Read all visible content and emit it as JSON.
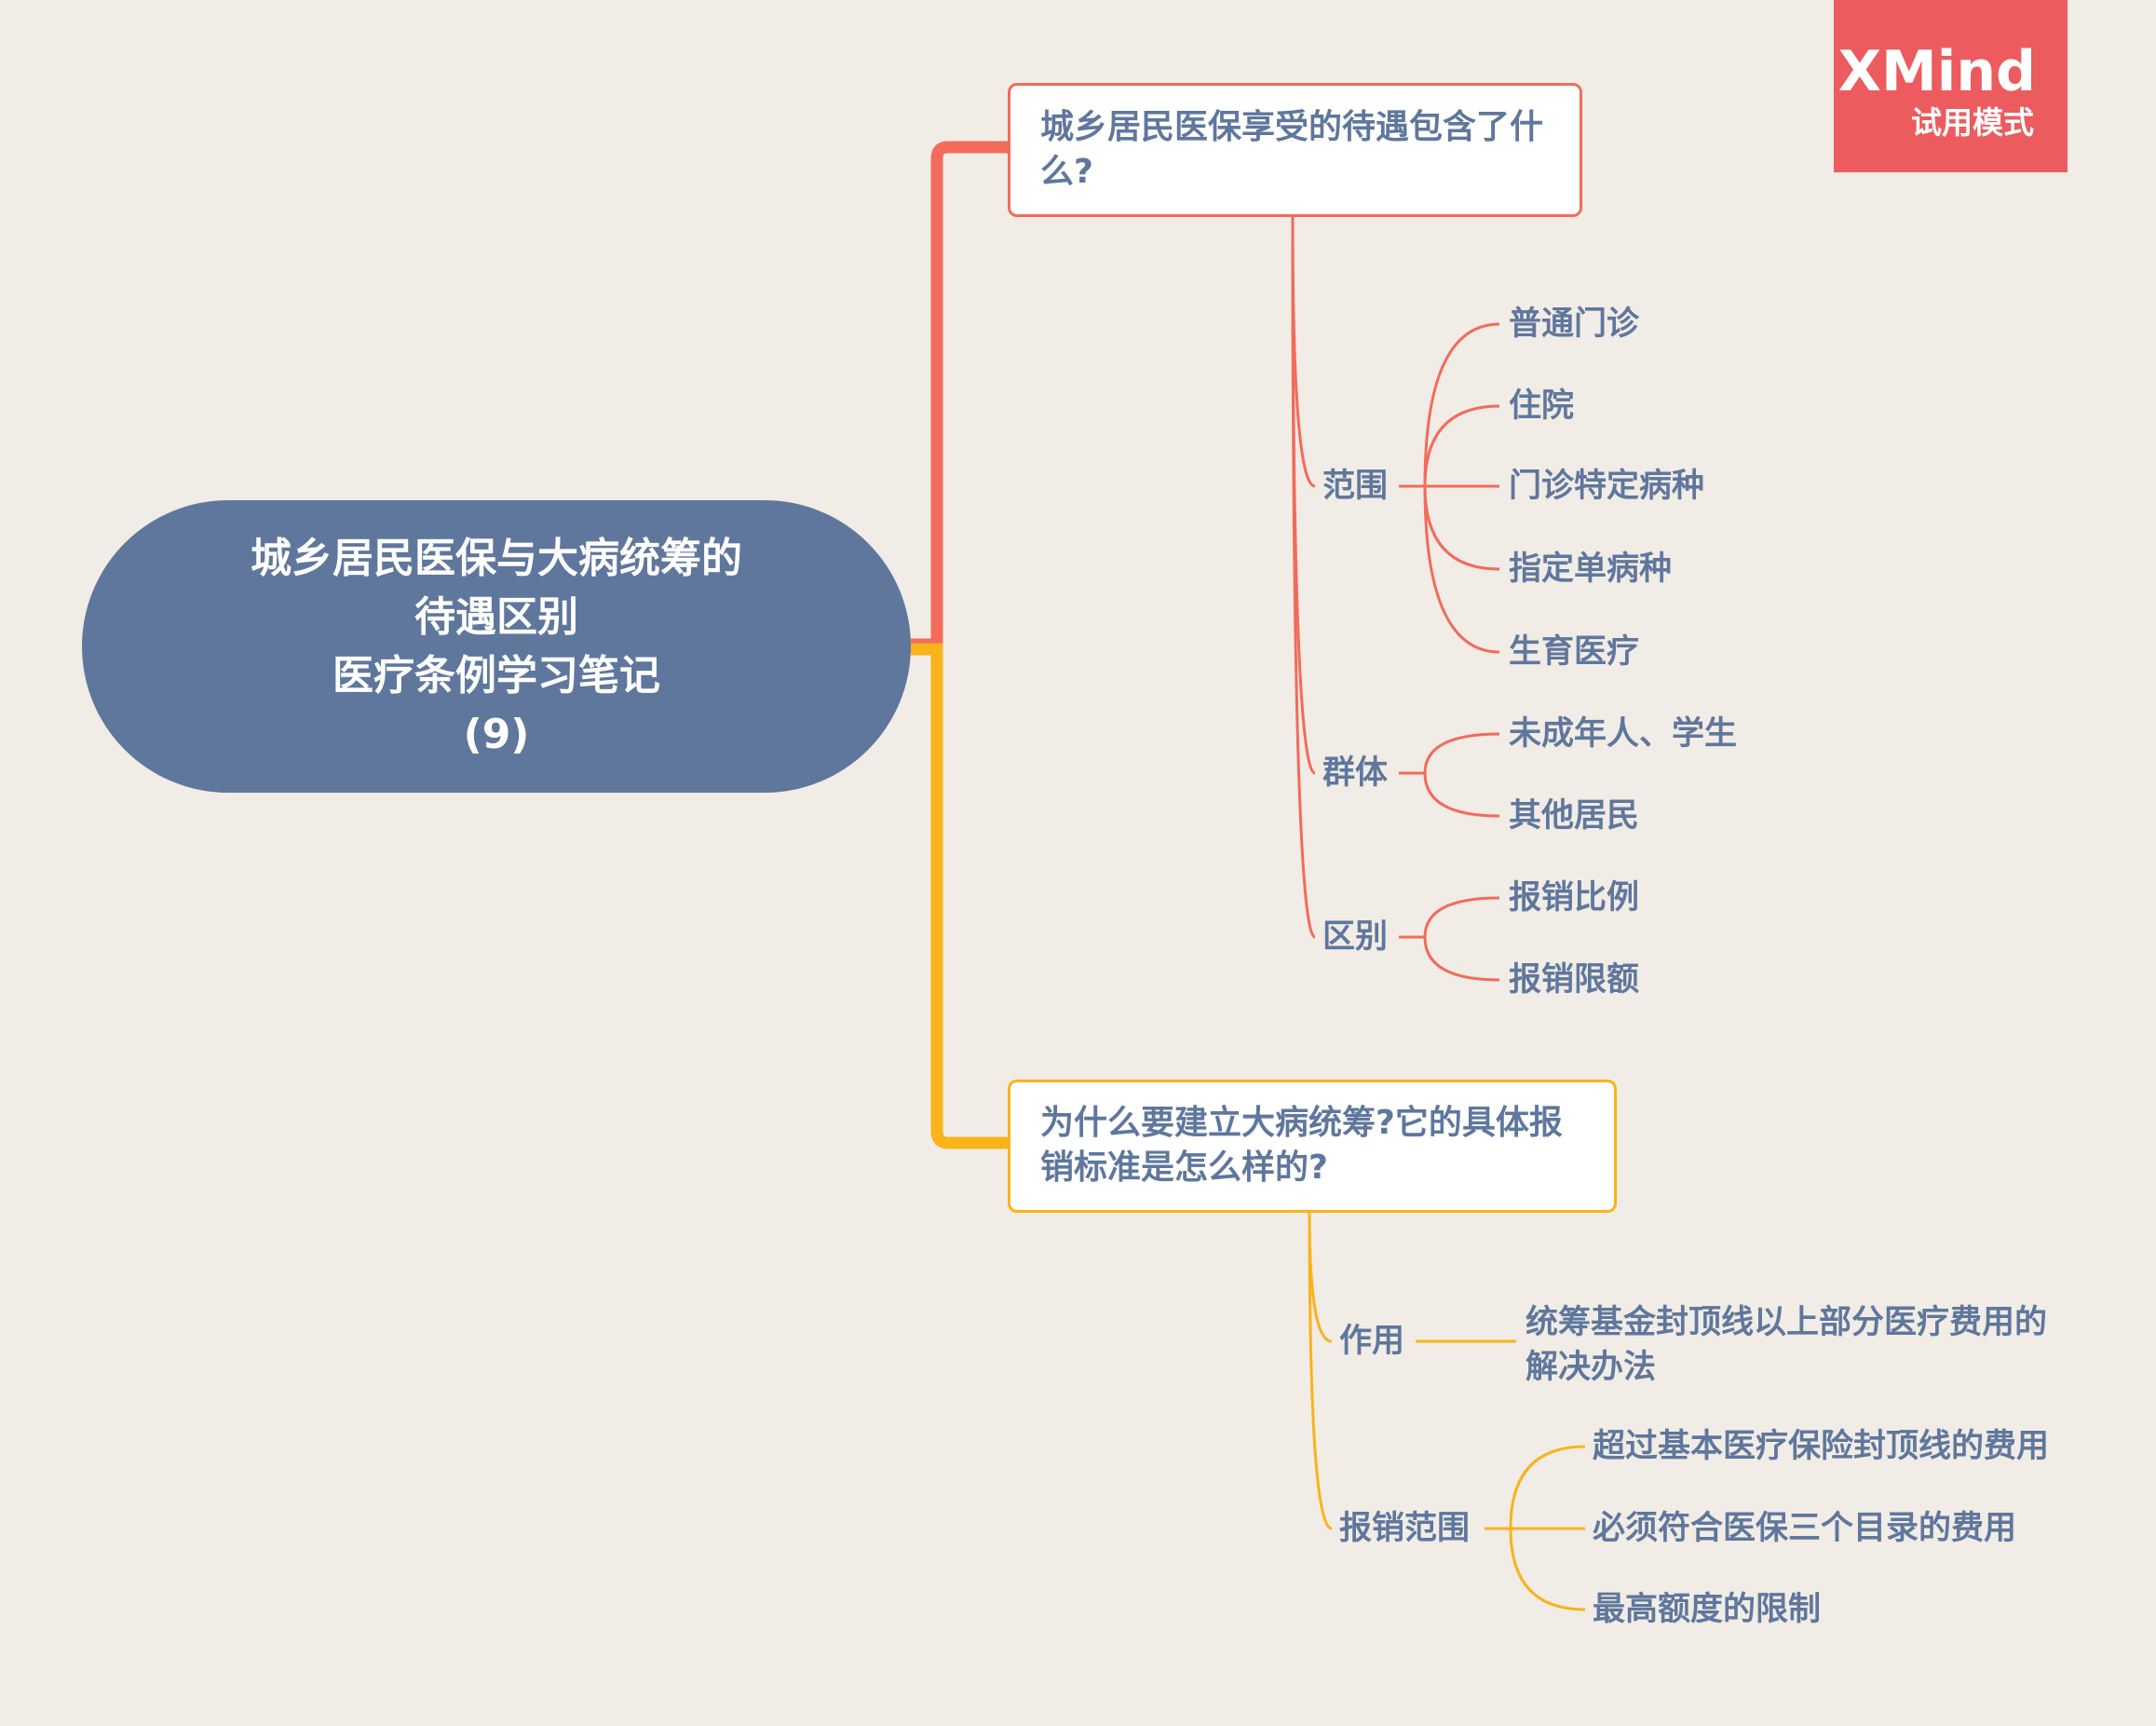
{
  "root": {
    "lines": [
      "城乡居民医保与大病统筹的",
      "待遇区别",
      "医疗条例学习笔记",
      "(9)"
    ]
  },
  "watermark": {
    "brand": "XMind",
    "mode": "试用模式"
  },
  "colors": {
    "background": "#f1ece6",
    "root": "#5f779d",
    "branch1": "#f26b5b",
    "branch2": "#f9b31b",
    "text": "#5f779d",
    "badge": "#ec5b5e"
  },
  "branch1": {
    "question_lines": [
      "城乡居民医保享受的待遇包含了什",
      "么?"
    ],
    "groups": [
      {
        "label": "范围",
        "items": [
          "普通门诊",
          "住院",
          "门诊特定病种",
          "指定单病种",
          "生育医疗"
        ]
      },
      {
        "label": "群体",
        "items": [
          "未成年人、学生",
          "其他居民"
        ]
      },
      {
        "label": "区别",
        "items": [
          "报销比例",
          "报销限额"
        ]
      }
    ]
  },
  "branch2": {
    "question_lines": [
      "为什么要建立大病统筹?它的具体报",
      "销标准是怎么样的?"
    ],
    "groups": [
      {
        "label": "作用",
        "items": [
          "统筹基金封顶线以上部分医疗费用的",
          "解决办法"
        ]
      },
      {
        "label": "报销范围",
        "items": [
          "超过基本医疗保险封顶线的费用",
          "必须符合医保三个目录的费用",
          "最高额度的限制"
        ]
      }
    ]
  }
}
